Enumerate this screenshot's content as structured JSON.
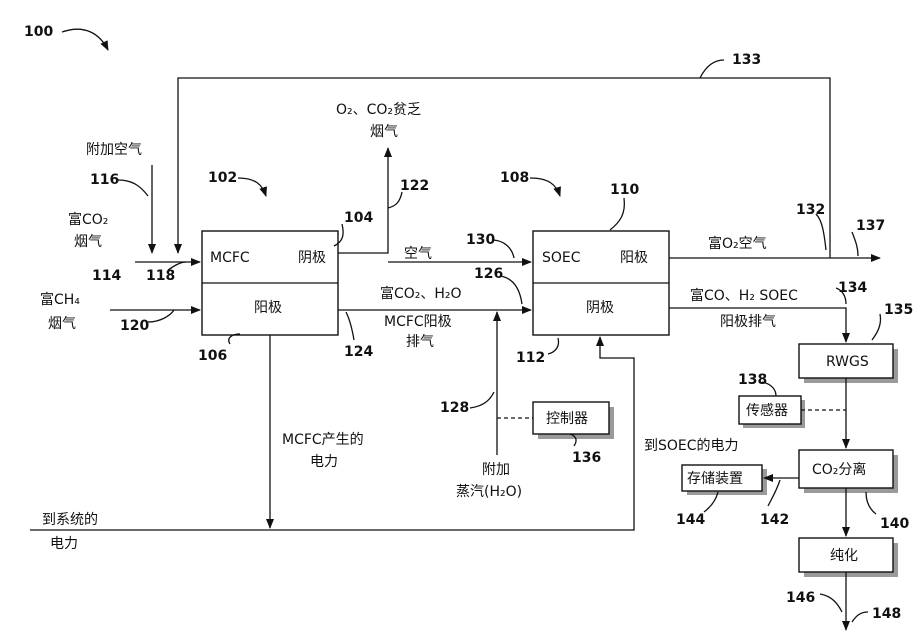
{
  "labels": {
    "ref_100": "100",
    "ref_102": "102",
    "ref_104": "104",
    "ref_106": "106",
    "ref_108": "108",
    "ref_110": "110",
    "ref_112": "112",
    "ref_114": "114",
    "ref_116": "116",
    "ref_118": "118",
    "ref_120": "120",
    "ref_122": "122",
    "ref_124": "124",
    "ref_126": "126",
    "ref_128": "128",
    "ref_130": "130",
    "ref_132": "132",
    "ref_133": "133",
    "ref_134": "134",
    "ref_135": "135",
    "ref_136": "136",
    "ref_137": "137",
    "ref_138": "138",
    "ref_140": "140",
    "ref_142": "142",
    "ref_144": "144",
    "ref_146": "146",
    "ref_148": "148"
  },
  "boxes": {
    "mcfc_name": "MCFC",
    "mcfc_cathode": "阴极",
    "mcfc_anode": "阳极",
    "soec_name": "SOEC",
    "soec_anode": "阳极",
    "soec_cathode": "阴极",
    "rwgs": "RWGS",
    "sensor": "传感器",
    "controller": "控制器",
    "co2_sep": "CO₂分离",
    "storage": "存储装置",
    "purify": "纯化"
  },
  "text": {
    "extra_air": "附加空气",
    "co2_rich_1": "富CO₂",
    "co2_rich_2": "烟气",
    "ch4_rich_1": "富CH₄",
    "ch4_rich_2": "烟气",
    "o2_lean_1": "O₂、CO₂贫乏",
    "o2_lean_2": "烟气",
    "air": "空气",
    "co2_h2o": "富CO₂、H₂O",
    "mcfc_anode_exhaust_1": "MCFC阳极",
    "mcfc_anode_exhaust_2": "排气",
    "o2_rich_air": "富O₂空气",
    "co_h2_1": "富CO、H₂ SOEC",
    "co_h2_2": "阳极排气",
    "mcfc_power_1": "MCFC产生的",
    "mcfc_power_2": "电力",
    "power_to_soec": "到SOEC的电力",
    "extra_steam_1": "附加",
    "extra_steam_2": "蒸汽(H₂O)",
    "power_to_system_1": "到系统的",
    "power_to_system_2": "电力"
  }
}
